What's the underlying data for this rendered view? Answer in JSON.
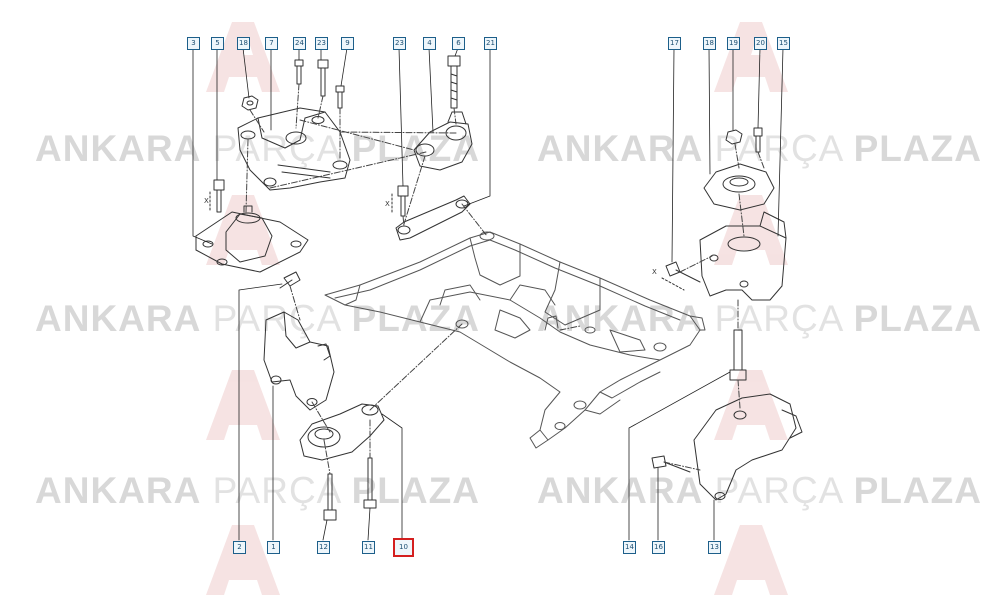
{
  "watermark": {
    "brand_bold_1": "ANKARA",
    "brand_thin": "PARÇA",
    "brand_bold_2": "PLAZA"
  },
  "callouts": {
    "c3": "3",
    "c5": "5",
    "c18a": "18",
    "c7": "7",
    "c24": "24",
    "c23a": "23",
    "c9": "9",
    "c23b": "23",
    "c4": "4",
    "c6": "6",
    "c21": "21",
    "c17": "17",
    "c18b": "18",
    "c19": "19",
    "c20": "20",
    "c15": "15",
    "c2": "2",
    "c1": "1",
    "c12": "12",
    "c11": "11",
    "c10": "10",
    "c14": "14",
    "c16": "16",
    "c13": "13"
  },
  "dimension_marks": {
    "x1": "X",
    "x2": "X",
    "x3": "X"
  },
  "selected_callout": "10",
  "colors": {
    "callout_border": "#1d5f8a",
    "selected_border": "#d41f1f",
    "line_art": "#333333"
  }
}
